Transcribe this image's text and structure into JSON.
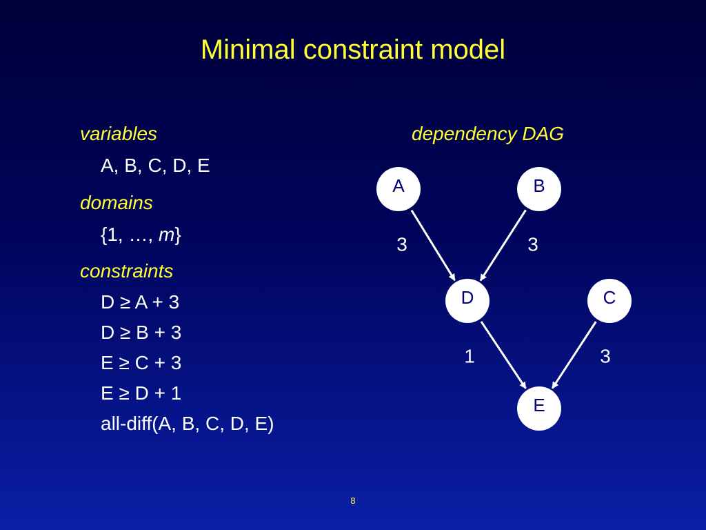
{
  "title": "Minimal constraint model",
  "left": {
    "variables_heading": "variables",
    "variables": "A, B, C, D, E",
    "domains_heading": "domains",
    "domain_prefix": "{1, …, ",
    "domain_var": "m",
    "domain_suffix": "}",
    "constraints_heading": "constraints",
    "constraints": [
      "D ≥ A + 3",
      "D ≥ B + 3",
      "E ≥ C + 3",
      "E ≥ D + 1",
      "all-diff(A, B, C, D, E)"
    ]
  },
  "dag": {
    "heading": "dependency DAG",
    "nodes": [
      {
        "id": "A",
        "label": "A"
      },
      {
        "id": "B",
        "label": "B"
      },
      {
        "id": "C",
        "label": "C"
      },
      {
        "id": "D",
        "label": "D"
      },
      {
        "id": "E",
        "label": "E"
      }
    ],
    "edges": [
      {
        "from": "A",
        "to": "D",
        "weight": "3"
      },
      {
        "from": "B",
        "to": "D",
        "weight": "3"
      },
      {
        "from": "D",
        "to": "E",
        "weight": "1"
      },
      {
        "from": "C",
        "to": "E",
        "weight": "3"
      }
    ]
  },
  "page_number": "8"
}
